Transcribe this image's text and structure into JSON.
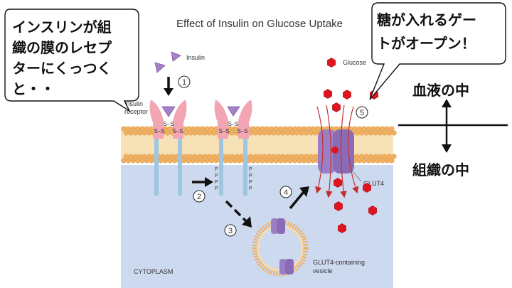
{
  "title": "Effect of Insulin on Glucose Uptake",
  "labels": {
    "insulin": "Insulin",
    "insulin_receptor_line1": "Insulin",
    "insulin_receptor_line2": "receptor",
    "glucose": "Glucose",
    "glut4": "GLUT4",
    "vesicle_line1": "GLUT4-containing",
    "vesicle_line2": "vesicle",
    "cytoplasm": "CYTOPLASM",
    "disulfide": "S–S",
    "phospho": "P"
  },
  "steps": [
    "1",
    "2",
    "3",
    "4",
    "5"
  ],
  "callouts": {
    "left": [
      "インスリンが組",
      "織の膜のレセプ",
      "ターにくっつく",
      "と・・"
    ],
    "right": [
      "糖が入れるゲー",
      "トがオープン！"
    ]
  },
  "side_labels": {
    "blood": "血液の中",
    "tissue": "組織の中"
  },
  "colors": {
    "cytoplasm": "#cdd9ee",
    "membrane_head": "#f0b060",
    "membrane_tail": "#f6dcae",
    "receptor": "#f2a6b4",
    "receptor_stalk": "#9fc6e0",
    "insulin": "#a680c8",
    "glucose": "#e0141e",
    "glut4": "#9b7fc6",
    "phosphate": "#e0141e"
  }
}
